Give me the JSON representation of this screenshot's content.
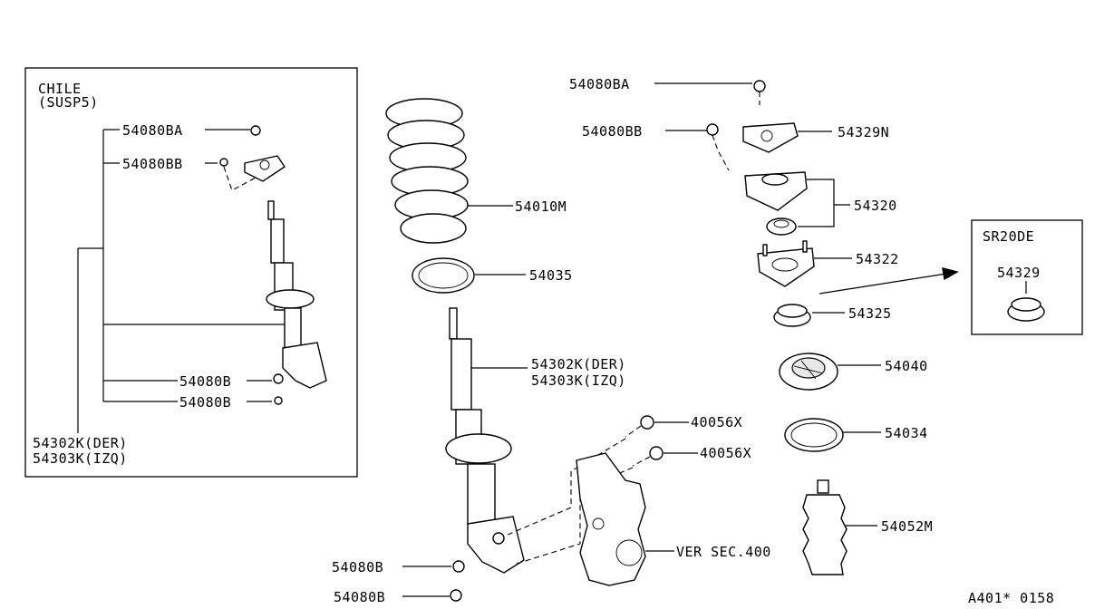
{
  "inset_chile": {
    "title_line1": "CHILE",
    "title_line2": "(SUSP5)",
    "labels": {
      "nut_ba": "54080BA",
      "nut_bb": "54080BB",
      "bolt_upper": "54080B",
      "bolt_lower": "54080B",
      "strut_der": "54302K(DER)",
      "strut_izq": "54303K(IZQ)"
    }
  },
  "inset_sr20de": {
    "title": "SR20DE",
    "part": "54329"
  },
  "labels": {
    "spring": "54010M",
    "spring_seat": "54035",
    "strut_der": "54302K(DER)",
    "strut_izq": "54303K(IZQ)",
    "bolt_upper": "40056X",
    "bolt_lower": "40056X",
    "nut_upper": "54080B",
    "nut_lower": "54080B",
    "knuckle_ref": "VER SEC.400",
    "nut_ba": "54080BA",
    "nut_bb": "54080BB",
    "plate": "54329N",
    "mount_assy": "54320",
    "mount": "54322",
    "bearing": "54325",
    "seat": "54040",
    "rubber_seat": "54034",
    "bound_bumper": "54052M"
  },
  "diagram_code": "A401* 0158"
}
